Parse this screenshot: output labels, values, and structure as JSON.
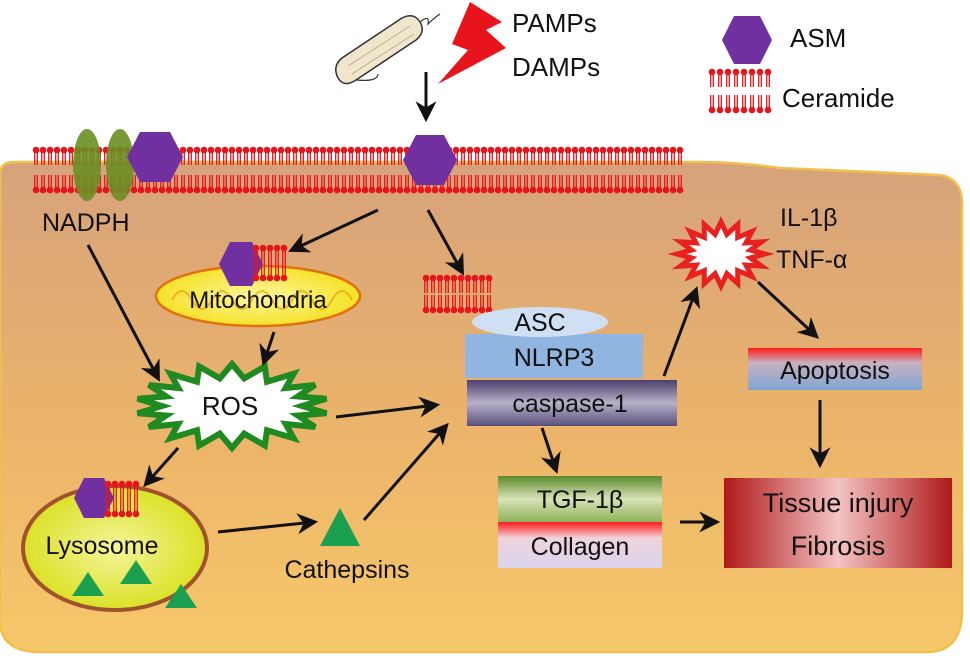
{
  "legend": {
    "asm_label": "ASM",
    "ceramide_label": "Ceramide"
  },
  "signals": {
    "pamps": "PAMPs",
    "damps": "DAMPs"
  },
  "labels": {
    "nadph": "NADPH",
    "mitochondria": "Mitochondria",
    "ros": "ROS",
    "lysosome": "Lysosome",
    "cathepsins": "Cathepsins",
    "asc": "ASC",
    "nlrp3": "NLRP3",
    "caspase1": "caspase-1",
    "il1b": "IL-1β",
    "tnfa": "TNF-α",
    "apoptosis": "Apoptosis",
    "tgf": "TGF-1β",
    "collagen": "Collagen",
    "tissue_injury": "Tissue injury",
    "fibrosis": "Fibrosis"
  },
  "colors": {
    "asm_hexagon": "#7030a0",
    "ceramide": "#e8141c",
    "cell_top": "#d8a37a",
    "cell_bottom": "#f7c562",
    "membrane_outline": "#f2c04a",
    "ros_star_border": "#1f8a1f",
    "cytokine_star_border": "#e82020",
    "mitochondria_fill": "#f0e000",
    "lysosome_border": "#a0522d",
    "cathepsin_triangle": "#1aa050",
    "nadph_ovals": "#6b8e23",
    "lightning": "#e8141c"
  }
}
